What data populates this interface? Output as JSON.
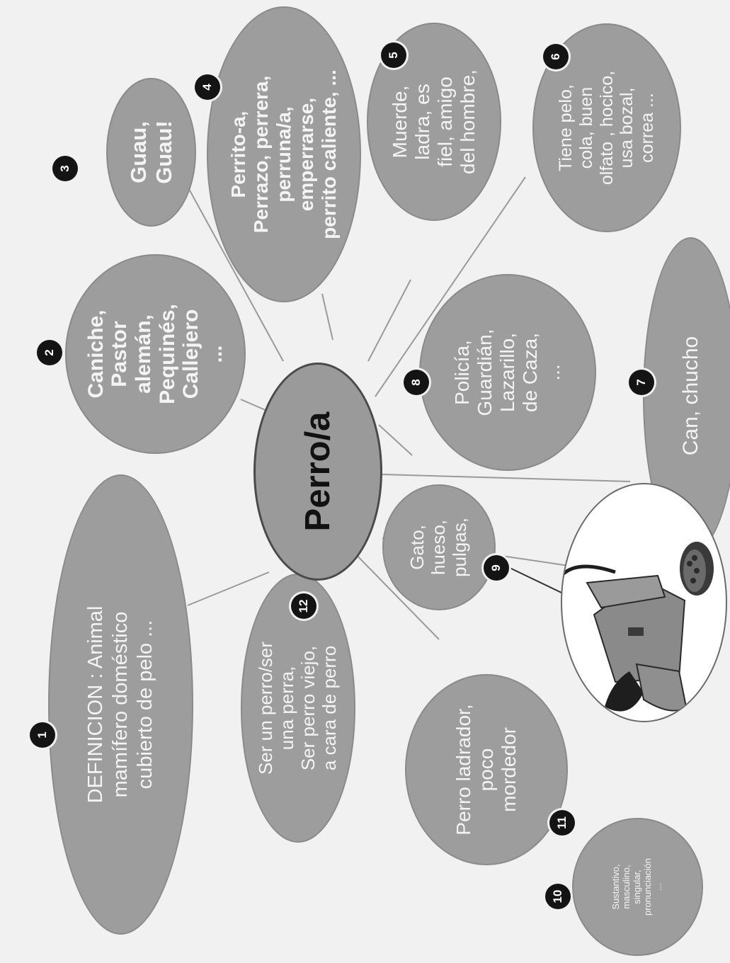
{
  "center": {
    "label": "Perro/a"
  },
  "bubbles": [
    {
      "num": "1",
      "text": "DEFINICION : Animal\nmamífero doméstico\ncubierto de pelo ..."
    },
    {
      "num": "2",
      "text": "Caniche,\nPastor\nalemán,\nPequinés,\nCallejero\n..."
    },
    {
      "num": "3",
      "text": "Guau,\nGuau!"
    },
    {
      "num": "4",
      "text": "Perrito-a,\nPerrazo, perrera,\nperruna/a,\nemperrarse,\nperrito caliente, ..."
    },
    {
      "num": "5",
      "text": "Muerde,\nladra, es\nfiel, amigo\ndel hombre,"
    },
    {
      "num": "6",
      "text": "Tiene pelo,\ncola, buen\nolfato , hocico,\nusa bozal,\ncorrea ..."
    },
    {
      "num": "7",
      "text": "Can, chucho"
    },
    {
      "num": "8",
      "text": "Policía,\nGuardián,\nLazarillo,\nde Caza,\n..."
    },
    {
      "num": "9",
      "text": "Gato,\nhueso,\npulgas,"
    },
    {
      "num": "10",
      "text": "Sustantivo,\nmasculino,\nsingular,\npronunciación\n..."
    },
    {
      "num": "11",
      "text": "Perro ladrador,\npoco\nmordedor"
    },
    {
      "num": "12",
      "text": "Ser un perro/ser\nuna perra,\nSer perro viejo,\na cara de perro"
    }
  ],
  "colors": {
    "bubble": "#9d9d9d",
    "center_border": "#4a4a4a",
    "marker": "#141414",
    "background": "#f1f1f1"
  },
  "picture": {
    "icon": "dog-with-bowl-illustration"
  }
}
